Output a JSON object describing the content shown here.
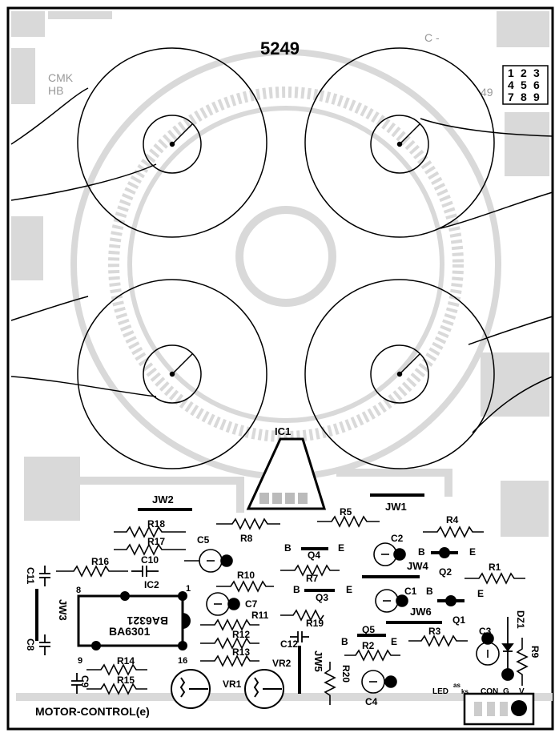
{
  "board": {
    "title": "5249",
    "caption": "MOTOR-CONTROL(e)",
    "mirror_left": "CMK",
    "mirror_left_2": "HB",
    "mirror_top": "C -",
    "mirror_right": "49",
    "grid_digits": [
      "1",
      "2",
      "3",
      "4",
      "5",
      "6",
      "7",
      "8",
      "9"
    ]
  },
  "components": {
    "JW2": "JW2",
    "JW1": "JW1",
    "JW3": "JW3",
    "JW4": "JW4",
    "JW5": "JW5",
    "JW6": "JW6",
    "IC1": "IC1",
    "IC2": "IC2",
    "R1": "R1",
    "R2": "R2",
    "R3": "R3",
    "R4": "R4",
    "R5": "R5",
    "R7": "R7",
    "R8": "R8",
    "R9": "R9",
    "R10": "R10",
    "R11": "R11",
    "R12": "R12",
    "R13": "R13",
    "R14": "R14",
    "R15": "R15",
    "R16": "R16",
    "R17": "R17",
    "R18": "R18",
    "R19": "R19",
    "R20": "R20",
    "C1": "C1",
    "C2": "C2",
    "C3": "C3",
    "C4": "C4",
    "C5": "C5",
    "C7": "C7",
    "C8": "C8",
    "C9": "C9",
    "C10": "C10",
    "C11": "C11",
    "C12": "C12",
    "Q1": "Q1",
    "Q2": "Q2",
    "Q3": "Q3",
    "Q4": "Q4",
    "Q5": "Q5",
    "VR1": "VR1",
    "VR2": "VR2",
    "DZ1": "DZ1"
  },
  "ic2": {
    "part_top": "BA6321",
    "part_bottom": "BA6301",
    "pin8": "8",
    "pin1": "1",
    "pin9": "9",
    "pin16": "16"
  },
  "pins": {
    "B": "B",
    "E": "E"
  },
  "connector": {
    "led": "LED",
    "as": "as",
    "ks": "ks",
    "con": "CON",
    "g": "G",
    "v": "V"
  },
  "colors": {
    "ink": "#000000",
    "copper": "#d9d9d9",
    "paper": "#ffffff"
  }
}
